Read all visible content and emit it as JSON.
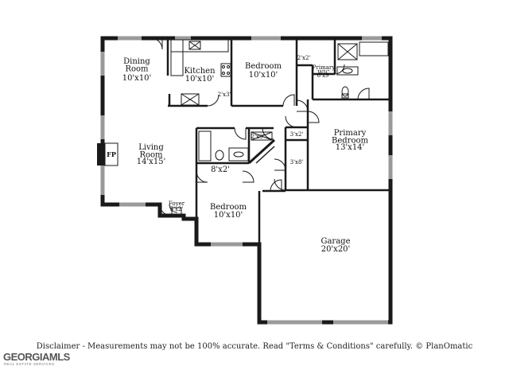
{
  "rooms": {
    "dining": {
      "name": "Dining\nRoom",
      "size": "10'x10'"
    },
    "kitchen": {
      "name": "Kitchen",
      "size": "10'x10'"
    },
    "bedroom_top": {
      "name": "Bedroom",
      "size": "10'x10'"
    },
    "closet_top": {
      "size": "2'x2'"
    },
    "primary_wic": {
      "name": "Primary\nWIC",
      "size": "6'x9'"
    },
    "pantry": {
      "size": "2'x3'"
    },
    "living": {
      "name": "Living\nRoom",
      "size": "14'x15'"
    },
    "hall_closet": {
      "size": "2'x3'"
    },
    "closet_3x2": {
      "size": "3'x2'"
    },
    "primary_bedroom": {
      "name": "Primary\nBedroom",
      "size": "13'x14'"
    },
    "fireplace": {
      "name": "FP"
    },
    "hall": {
      "size": "8'x2'"
    },
    "closet_3x8": {
      "size": "3'x8'"
    },
    "foyer": {
      "name": "Foyer",
      "size": "5'x2'"
    },
    "bedroom_bottom": {
      "name": "Bedroom",
      "size": "10'x10'"
    },
    "garage": {
      "name": "Garage",
      "size": "20'x20'"
    }
  },
  "disclaimer": "Disclaimer - Measurements may not be 100% accurate. Read \"Terms & Conditions\" carefully. © PlanOmatic",
  "brand": {
    "main": "GEORGIAMLS",
    "sub": "REAL ESTATE SERVICES"
  },
  "colors": {
    "wall": "#1a1a1a",
    "window": "#9a9a9a",
    "background": "#ffffff"
  }
}
